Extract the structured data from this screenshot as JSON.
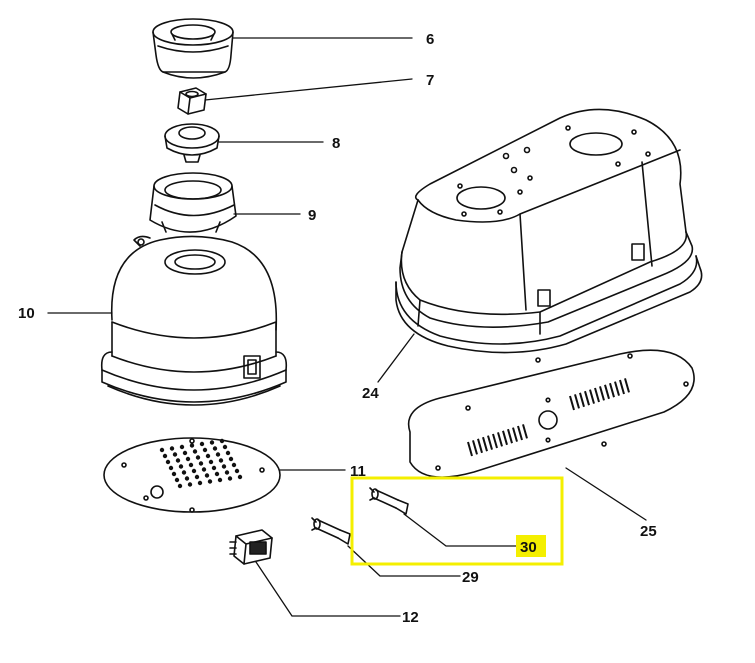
{
  "diagram": {
    "part_numbers": {
      "p6": "6",
      "p7": "7",
      "p8": "8",
      "p9": "9",
      "p10": "10",
      "p11": "11",
      "p12": "12",
      "p24": "24",
      "p25": "25",
      "p29": "29",
      "p30": "30"
    },
    "highlight": {
      "part": "30",
      "box_color": "#f4ef00",
      "label_bg": "#f4ef00"
    },
    "line_color": "#111111"
  }
}
